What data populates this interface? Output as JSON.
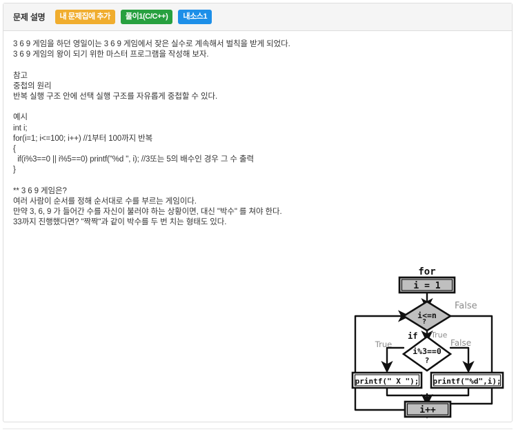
{
  "panel": {
    "title": "문제 설명",
    "buttons": [
      {
        "label": "내 문제집에 추가",
        "style": "warning",
        "color": "#f0ad2e"
      },
      {
        "label": "풀이1(C/C++)",
        "style": "success",
        "color": "#27a03f"
      },
      {
        "label": "내소스1",
        "style": "primary",
        "color": "#1d8fe8"
      }
    ]
  },
  "description": {
    "text": "3 6 9 게임을 하던 영일이는 3 6 9 게임에서 잦은 실수로 계속해서 벌칙을 받게 되었다.\n3 6 9 게임의 왕이 되기 위한 마스터 프로그램을 작성해 보자.\n\n참고\n중첩의 원리\n반복 실행 구조 안에 선택 실행 구조를 자유롭게 중첩할 수 있다.\n\n예시\nint i;\nfor(i=1; i<=100; i++) //1부터 100까지 반복\n{\n  if(i%3==0 || i%5==0) printf(\"%d \", i); //3또는 5의 배수인 경우 그 수 출력\n}\n\n** 3 6 9 게임은?\n여러 사람이 순서를 정해 순서대로 수를 부르는 게임이다.\n만약 3, 6, 9 가 들어간 수를 자신이 불러야 하는 상황이면, 대신 \"박수\" 를 쳐야 한다.\n33까지 진행했다면? \"짝짝\"과 같이 박수를 두 번 치는 형태도 있다."
  },
  "flowchart": {
    "alt": "for 반복문 순서도",
    "labels": {
      "for": "for",
      "init": "i = 1",
      "condition": "i<=n",
      "condition_q": "?",
      "cond_false": "False",
      "cond_true": "True",
      "if": "if",
      "inner_condition": "i%3==0",
      "inner_condition_q": "?",
      "inner_true": "True",
      "inner_false": "False",
      "action_true": "printf(\" X \");",
      "action_false": "printf(\"%d\",i);",
      "increment": "i++"
    },
    "colors": {
      "fill": "#bfbfbf",
      "stroke": "#111111",
      "label_gray": "#8c8c8c"
    }
  }
}
